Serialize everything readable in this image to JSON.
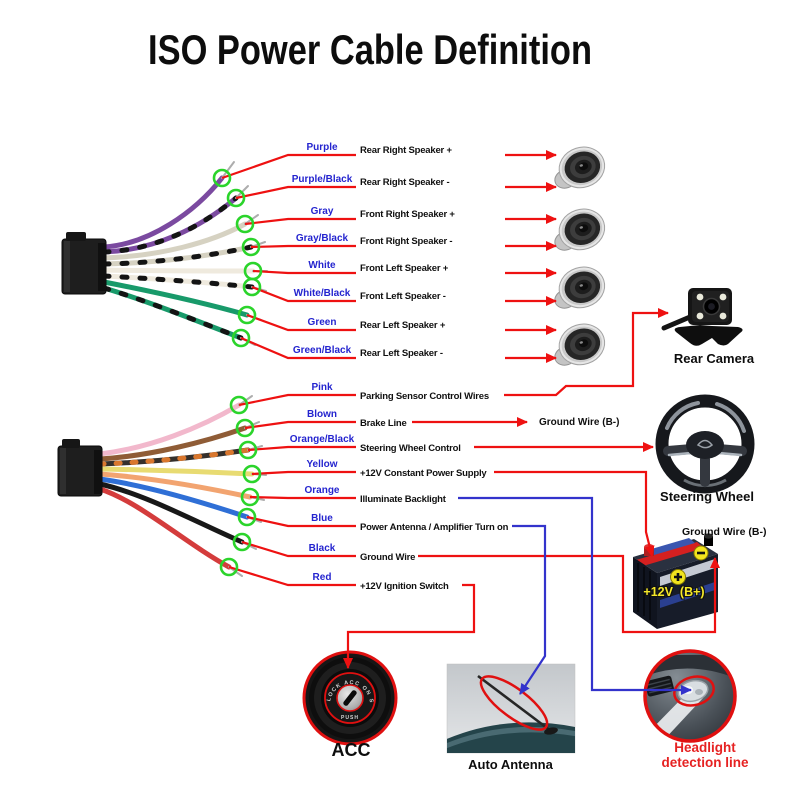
{
  "title": "ISO Power Cable Definition",
  "colors": {
    "line_red": "#ee1111",
    "line_blue": "#3333cc",
    "wire_name_blue": "#2424cf",
    "tip_marker_green": "#2bd42b",
    "headlight_label_red": "#e62222",
    "battery_label_yellow": "#f5e829"
  },
  "harness_a": {
    "rows": [
      {
        "wire": "Purple",
        "wire_color": "#7b4aa0",
        "function": "Rear Right Speaker +"
      },
      {
        "wire": "Purple/Black",
        "wire_color": "#7b4aa0",
        "function": "Rear Right Speaker -"
      },
      {
        "wire": "Gray",
        "wire_color": "#d6d2c2",
        "function": "Front Right Speaker +"
      },
      {
        "wire": "Gray/Black",
        "wire_color": "#d6d2c2",
        "function": "Front Right Speaker -"
      },
      {
        "wire": "White",
        "wire_color": "#efeade",
        "function": "Front Left Speaker +"
      },
      {
        "wire": "White/Black",
        "wire_color": "#efeade",
        "function": "Front Left Speaker -"
      },
      {
        "wire": "Green",
        "wire_color": "#189a6a",
        "function": "Rear Left Speaker +"
      },
      {
        "wire": "Green/Black",
        "wire_color": "#189a6a",
        "function": "Rear Left Speaker -"
      }
    ]
  },
  "harness_b": {
    "rows": [
      {
        "wire": "Pink",
        "wire_color": "#f2b8cc",
        "function": "Parking Sensor Control Wires"
      },
      {
        "wire": "Blown",
        "wire_color": "#8f5c36",
        "function": "Brake Line",
        "target": "Ground Wire (B-)"
      },
      {
        "wire": "Orange/Black",
        "wire_color": "#35302c",
        "function": "Steering Wheel Control"
      },
      {
        "wire": "Yellow",
        "wire_color": "#e8db72",
        "function": "+12V Constant Power Supply"
      },
      {
        "wire": "Orange",
        "wire_color": "#f2a470",
        "function": "Illuminate Backlight"
      },
      {
        "wire": "Blue",
        "wire_color": "#2f6fd6",
        "function": "Power Antenna / Amplifier Turn on"
      },
      {
        "wire": "Black",
        "wire_color": "#181818",
        "function": "Ground Wire"
      },
      {
        "wire": "Red",
        "wire_color": "#d43c3c",
        "function": "+12V Ignition Switch"
      }
    ]
  },
  "devices": {
    "rear_camera": {
      "label": "Rear Camera"
    },
    "steering_wheel": {
      "label": "Steering Wheel"
    },
    "battery": {
      "negative_label": "Ground Wire (B-)",
      "positive_label": "+12V  (B+)"
    },
    "acc": {
      "label": "ACC",
      "dial_text": "LOCK  ACC ON  START",
      "dial_bottom_text": "PUSH"
    },
    "auto_antenna": {
      "label": "Auto Antenna"
    },
    "headlight": {
      "label_line1": "Headlight",
      "label_line2": "detection line"
    }
  }
}
